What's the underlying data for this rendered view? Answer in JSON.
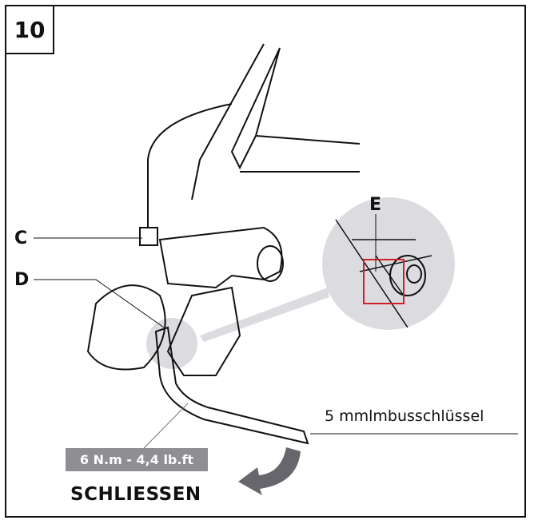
{
  "step_number": "10",
  "labels": {
    "c": "C",
    "d": "D",
    "e": "E"
  },
  "tool_label": "5 mmlmbusschlüssel",
  "torque": "6 N.m - 4,4 lb.ft",
  "action": "SCHLIESSEN",
  "colors": {
    "highlight_circle": "#dcdce0",
    "marker_box": "#d0202a",
    "arrow": "#66666c",
    "torque_bg": "#8e8e93"
  }
}
